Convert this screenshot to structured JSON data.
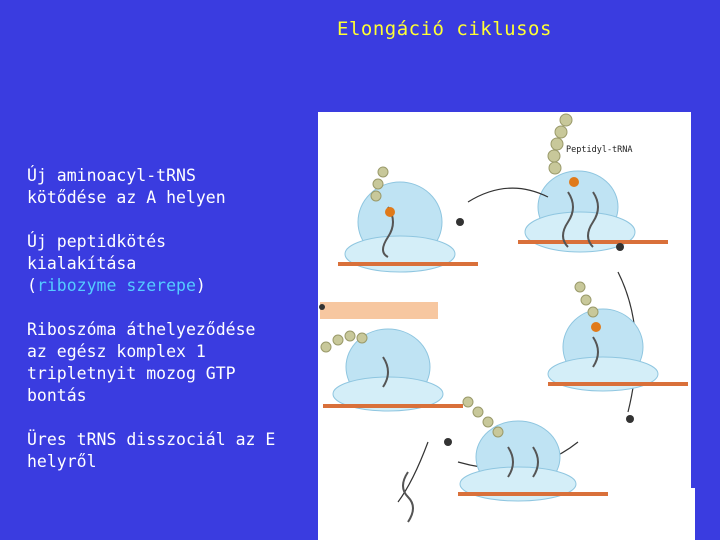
{
  "title": "Elongáció ciklusos",
  "bullets": [
    {
      "lines": [
        "Új aminoacyl-tRNS",
        "kötődése az A helyen"
      ]
    },
    {
      "lines": [
        "Új peptidkötés",
        "kialakítása"
      ],
      "extra_pre": "(",
      "extra_highlight": "ribozyme szerepe",
      "extra_post": ")"
    },
    {
      "lines": [
        "Riboszóma áthelyeződése",
        "az egész komplex 1",
        "tripletnyit mozog GTP",
        "bontás"
      ]
    },
    {
      "lines": [
        "Üres tRNS disszociál az E",
        "helyről"
      ]
    }
  ],
  "figure": {
    "peptidyl_label": "Peptidyl-tRNA",
    "colors": {
      "ribosome": "#bfe3f3",
      "ribosome_edge": "#8fc6e0",
      "mrna": "#d9703a",
      "bead": "#c8c89a",
      "trna": "#6a6a6a",
      "aa": "#e07a1a",
      "annotation_box": "#f7c7a0"
    }
  }
}
